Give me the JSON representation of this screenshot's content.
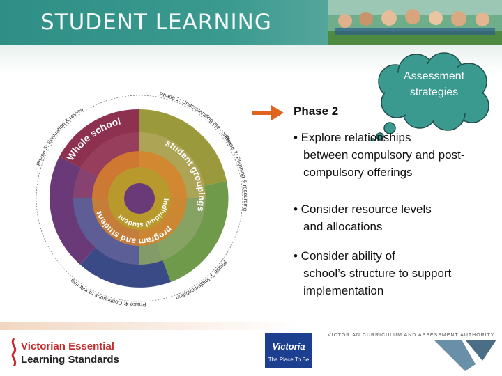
{
  "header": {
    "title": "STUDENT LEARNING"
  },
  "main": {
    "bubble_text": "Assessment strategies",
    "phase_title": "Phase 2",
    "bullets": [
      {
        "line1": "• Explore relationships",
        "line2": "between compulsory and post-compulsory offerings"
      },
      {
        "line1": "• Consider resource levels",
        "line2": "and allocations"
      },
      {
        "line1": "• Consider ability of",
        "line2": "school’s structure to support implementation"
      }
    ]
  },
  "wheel": {
    "outer_labels": {
      "phase1": "Phase 1: Understanding the context",
      "phase2": "Phase 2: Planning & resourcing",
      "phase3": "Phase 3: Implementation",
      "phase4": "Phase 4: Continuous monitoring",
      "phase5": "Phase 5: Evaluation & review"
    },
    "rings": {
      "whole_school": "Whole school",
      "student_groupings": "student groupings",
      "program_and_student": "program and student",
      "individual_student": "Individual student"
    },
    "colors": {
      "maroon": "#8e3150",
      "olive": "#9a9a3c",
      "green": "#6f9a4a",
      "navy": "#3a4a86",
      "purple": "#6a3a78",
      "orange": "#d8822a",
      "gold": "#b89a2c"
    }
  },
  "footer": {
    "vels_line1": "Victorian Essential",
    "vels_line2": "Learning Standards",
    "victoria_name": "Victoria",
    "victoria_tag": "The Place To Be",
    "vcaa": "VICTORIAN CURRICULUM AND ASSESSMENT AUTHORITY"
  },
  "colors": {
    "header_teal": "#2f8f86",
    "bubble": "#3a9a90",
    "arrow": "#e0641e"
  }
}
